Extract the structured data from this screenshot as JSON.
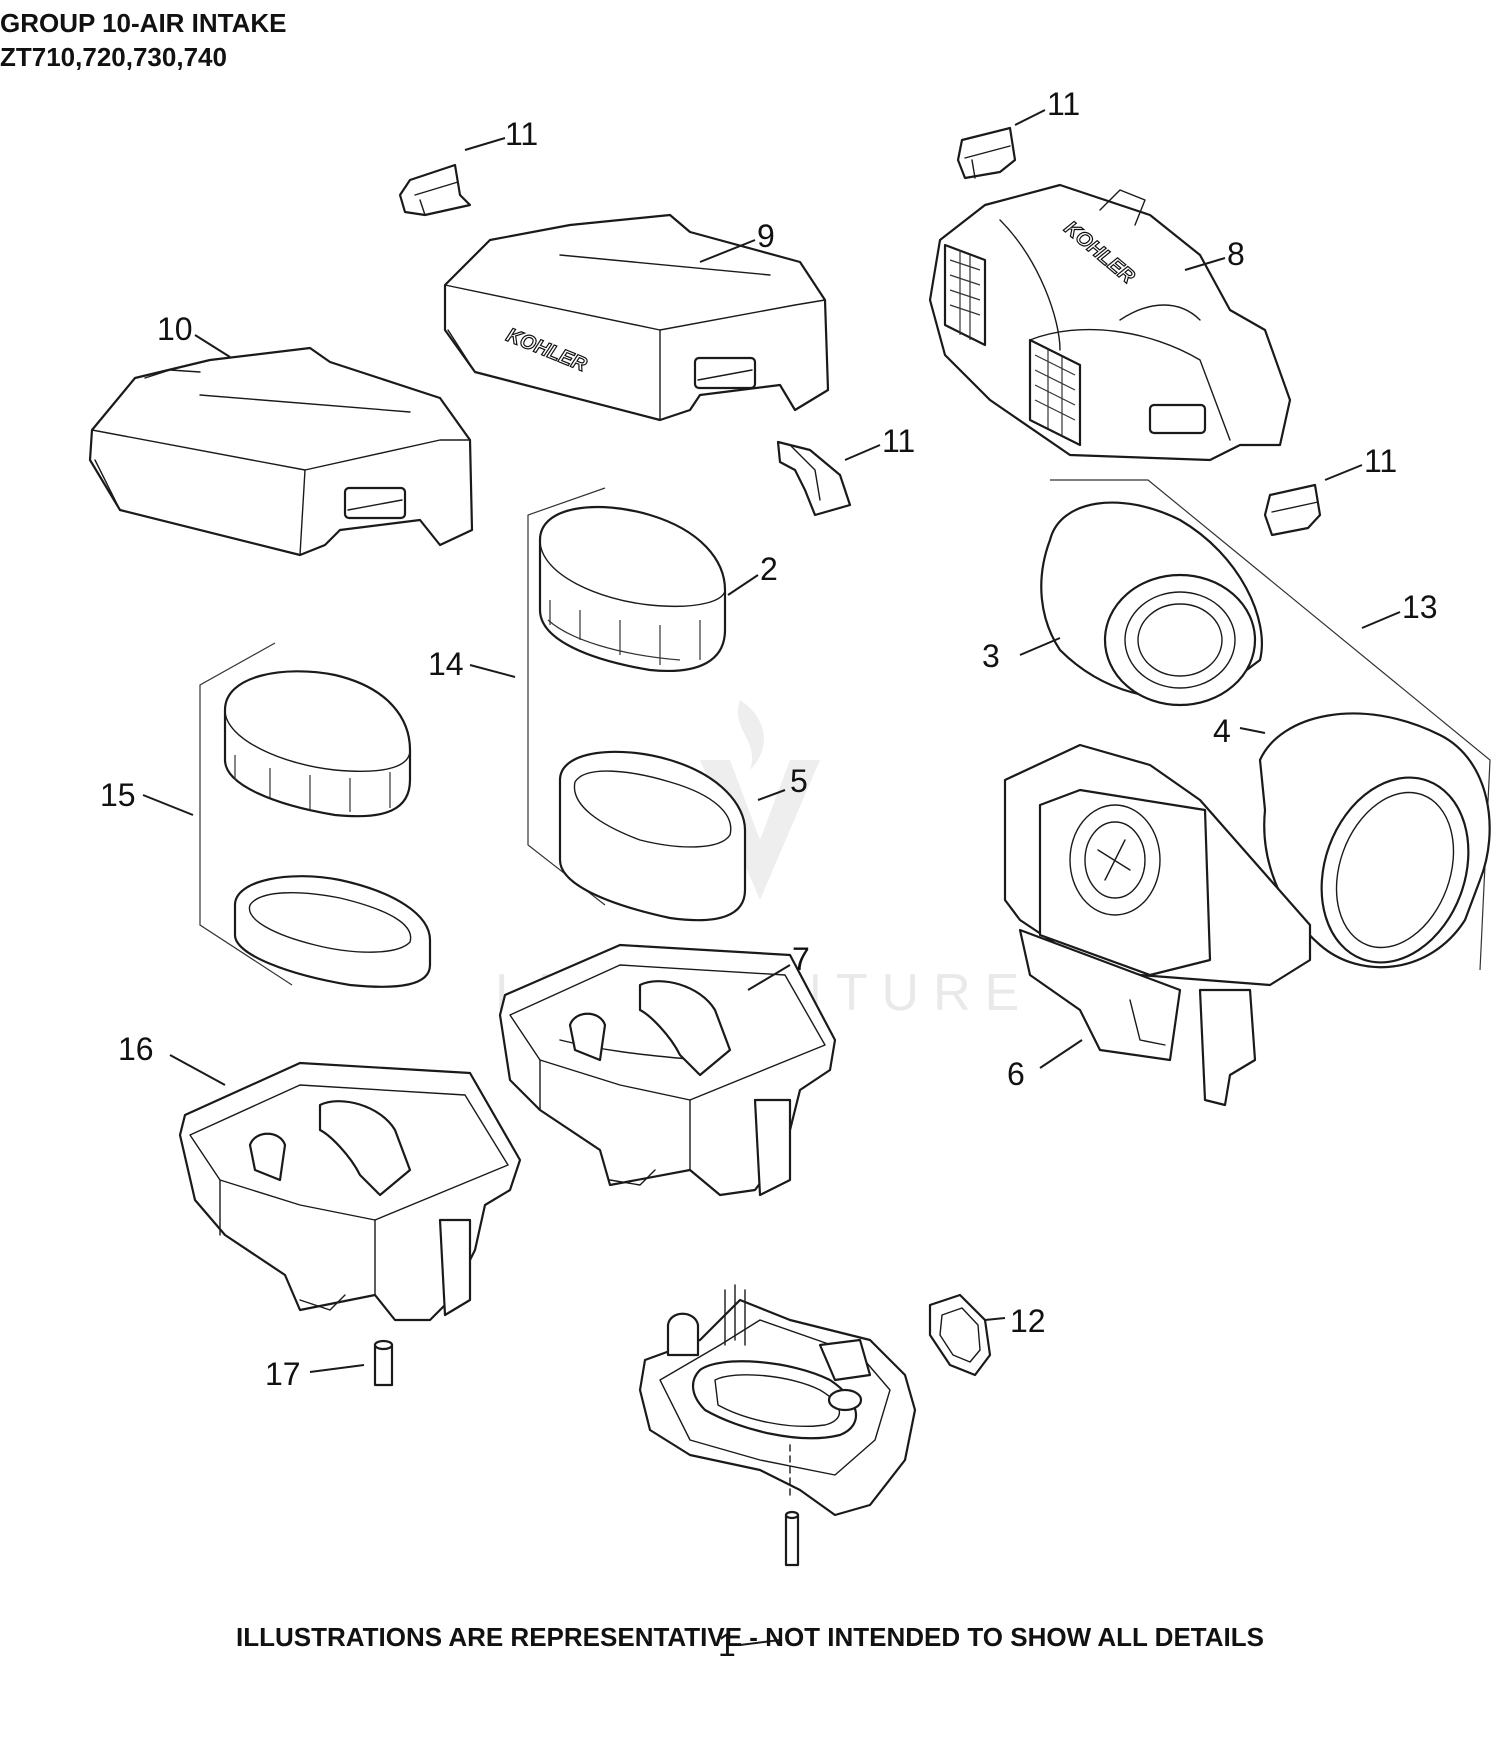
{
  "header": {
    "title": "GROUP 10-AIR INTAKE",
    "subtitle": "ZT710,720,730,740"
  },
  "footer": {
    "note": "ILLUSTRATIONS ARE REPRESENTATIVE - NOT INTENDED TO SHOW ALL DETAILS"
  },
  "watermark": "LEADVENTURE",
  "brand_mark": "KOHLER",
  "callouts": {
    "c11a": "11",
    "c11b": "11",
    "c11c": "11",
    "c11d": "11",
    "c9": "9",
    "c8": "8",
    "c10": "10",
    "c2": "2",
    "c13": "13",
    "c3": "3",
    "c14": "14",
    "c4": "4",
    "c15": "15",
    "c5": "5",
    "c7": "7",
    "c16": "16",
    "c6": "6",
    "c12": "12",
    "c17": "17",
    "c1": "1"
  }
}
